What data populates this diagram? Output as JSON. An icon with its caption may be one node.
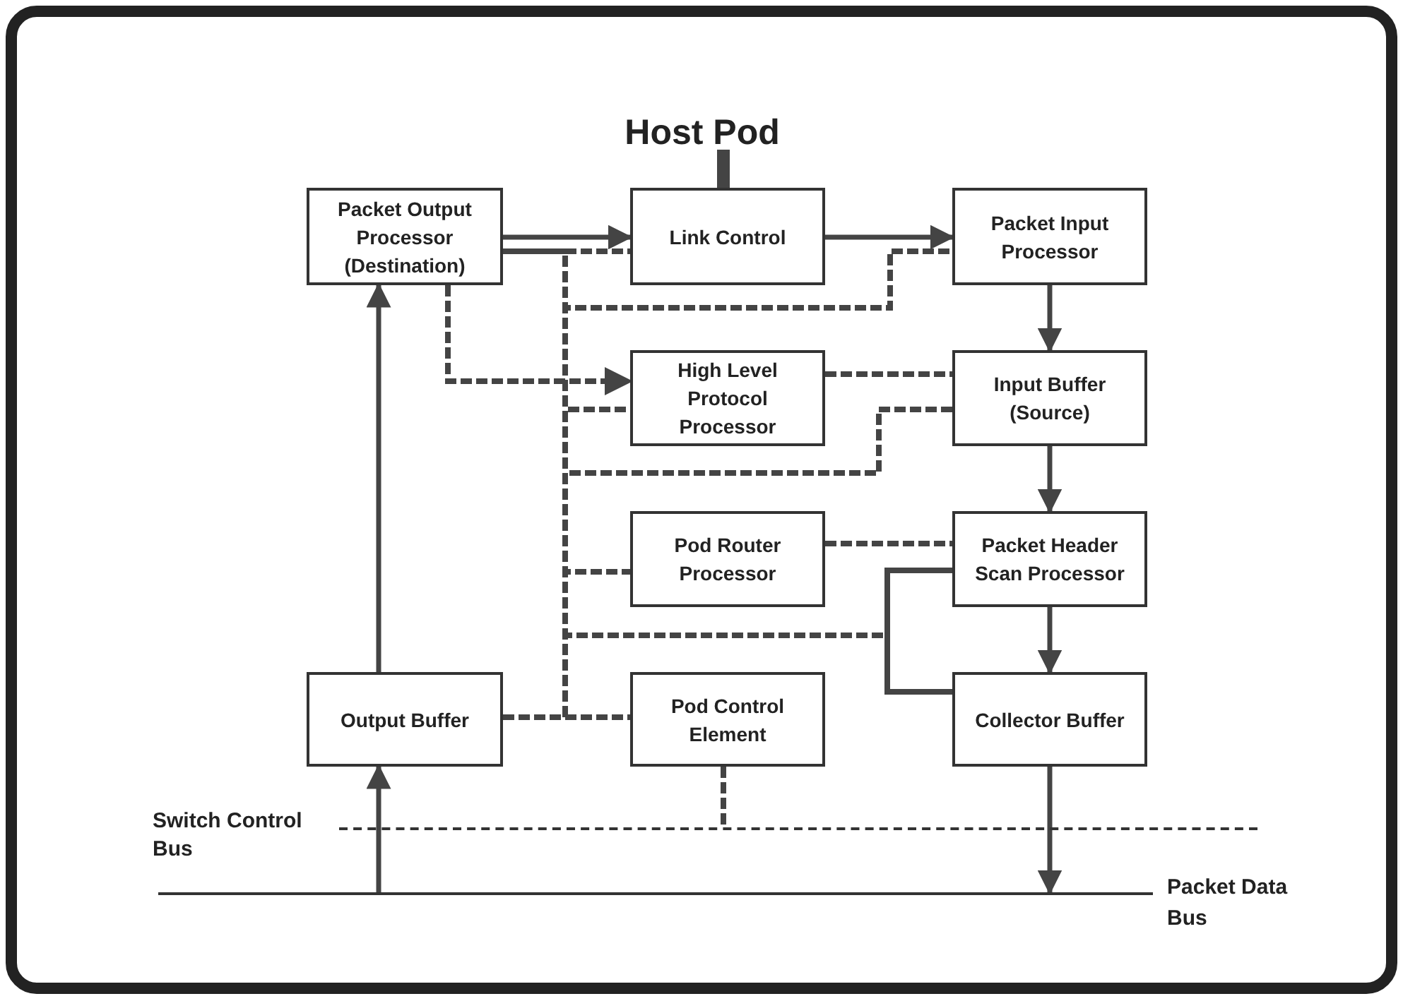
{
  "diagram": {
    "title": "Host Pod",
    "nodes": [
      {
        "text": [
          "Packet Output Processor (Destination)"
        ]
      },
      {
        "text": [
          "Link Control"
        ]
      },
      {
        "text": [
          "Packet Input Processor"
        ]
      },
      {
        "text": [
          "High Level Protocol Processor"
        ]
      },
      {
        "text": [
          "Input Buffer (Source)"
        ]
      },
      {
        "text": [
          "Pod Router Processor"
        ]
      },
      {
        "text": [
          "Packet Header Scan Processor"
        ]
      },
      {
        "text": [
          "Output Buffer"
        ]
      },
      {
        "text": [
          "Pod Control Element"
        ]
      },
      {
        "text": [
          "Collector Buffer"
        ]
      },
      {
        "text": [],
        "shape": "bar",
        "beside": [
          "Switch Control Bus"
        ]
      },
      {
        "text": [],
        "shape": "bar",
        "beside": [
          "Packet Data Bus"
        ]
      }
    ],
    "edges": [
      {
        "from": 0,
        "to": 1,
        "arrow": "to"
      },
      {
        "from": 1,
        "to": 2,
        "arrow": "to"
      },
      {
        "from": 2,
        "to": 4,
        "arrow": "to"
      },
      {
        "from": 4,
        "to": 6,
        "arrow": "to"
      },
      {
        "from": 6,
        "to": 9,
        "arrow": "to"
      },
      {
        "from": 9,
        "to": 11,
        "arrow": "to"
      },
      {
        "from": 11,
        "to": 7,
        "arrow": "to"
      },
      {
        "from": 7,
        "to": 0,
        "arrow": "to"
      },
      {
        "from": 1,
        "to": null,
        "arrow": "none",
        "style": "thick"
      },
      {
        "from": 0,
        "to": 1,
        "arrow": "none",
        "style": "dashed"
      },
      {
        "from": 0,
        "to": 3,
        "arrow": "to",
        "style": "dashed"
      },
      {
        "from": 3,
        "to": 4,
        "arrow": "none",
        "style": "dashed"
      },
      {
        "from": 5,
        "to": 6,
        "arrow": "none",
        "style": "dashed"
      },
      {
        "from": 8,
        "to": 10,
        "arrow": "none",
        "style": "dashed"
      },
      {
        "from": 6,
        "to": 9,
        "arrow": "none",
        "style": "dashed"
      },
      {
        "from": 7,
        "to": 8,
        "arrow": "none",
        "style": "dashed"
      },
      {
        "from": 7,
        "to": 0,
        "arrow": "none",
        "style": "dashed"
      },
      {
        "from": 7,
        "to": 1,
        "arrow": "none",
        "style": "dashed"
      },
      {
        "from": 7,
        "to": 2,
        "arrow": "none",
        "style": "dashed"
      },
      {
        "from": 7,
        "to": 3,
        "arrow": "none",
        "style": "dashed"
      },
      {
        "from": 7,
        "to": 4,
        "arrow": "none",
        "style": "dashed"
      },
      {
        "from": 7,
        "to": 5,
        "arrow": "none",
        "style": "dashed"
      },
      {
        "from": 7,
        "to": 6,
        "arrow": "none",
        "style": "dashed"
      },
      {
        "from": 7,
        "to": 9,
        "arrow": "none",
        "style": "dashed"
      }
    ]
  }
}
